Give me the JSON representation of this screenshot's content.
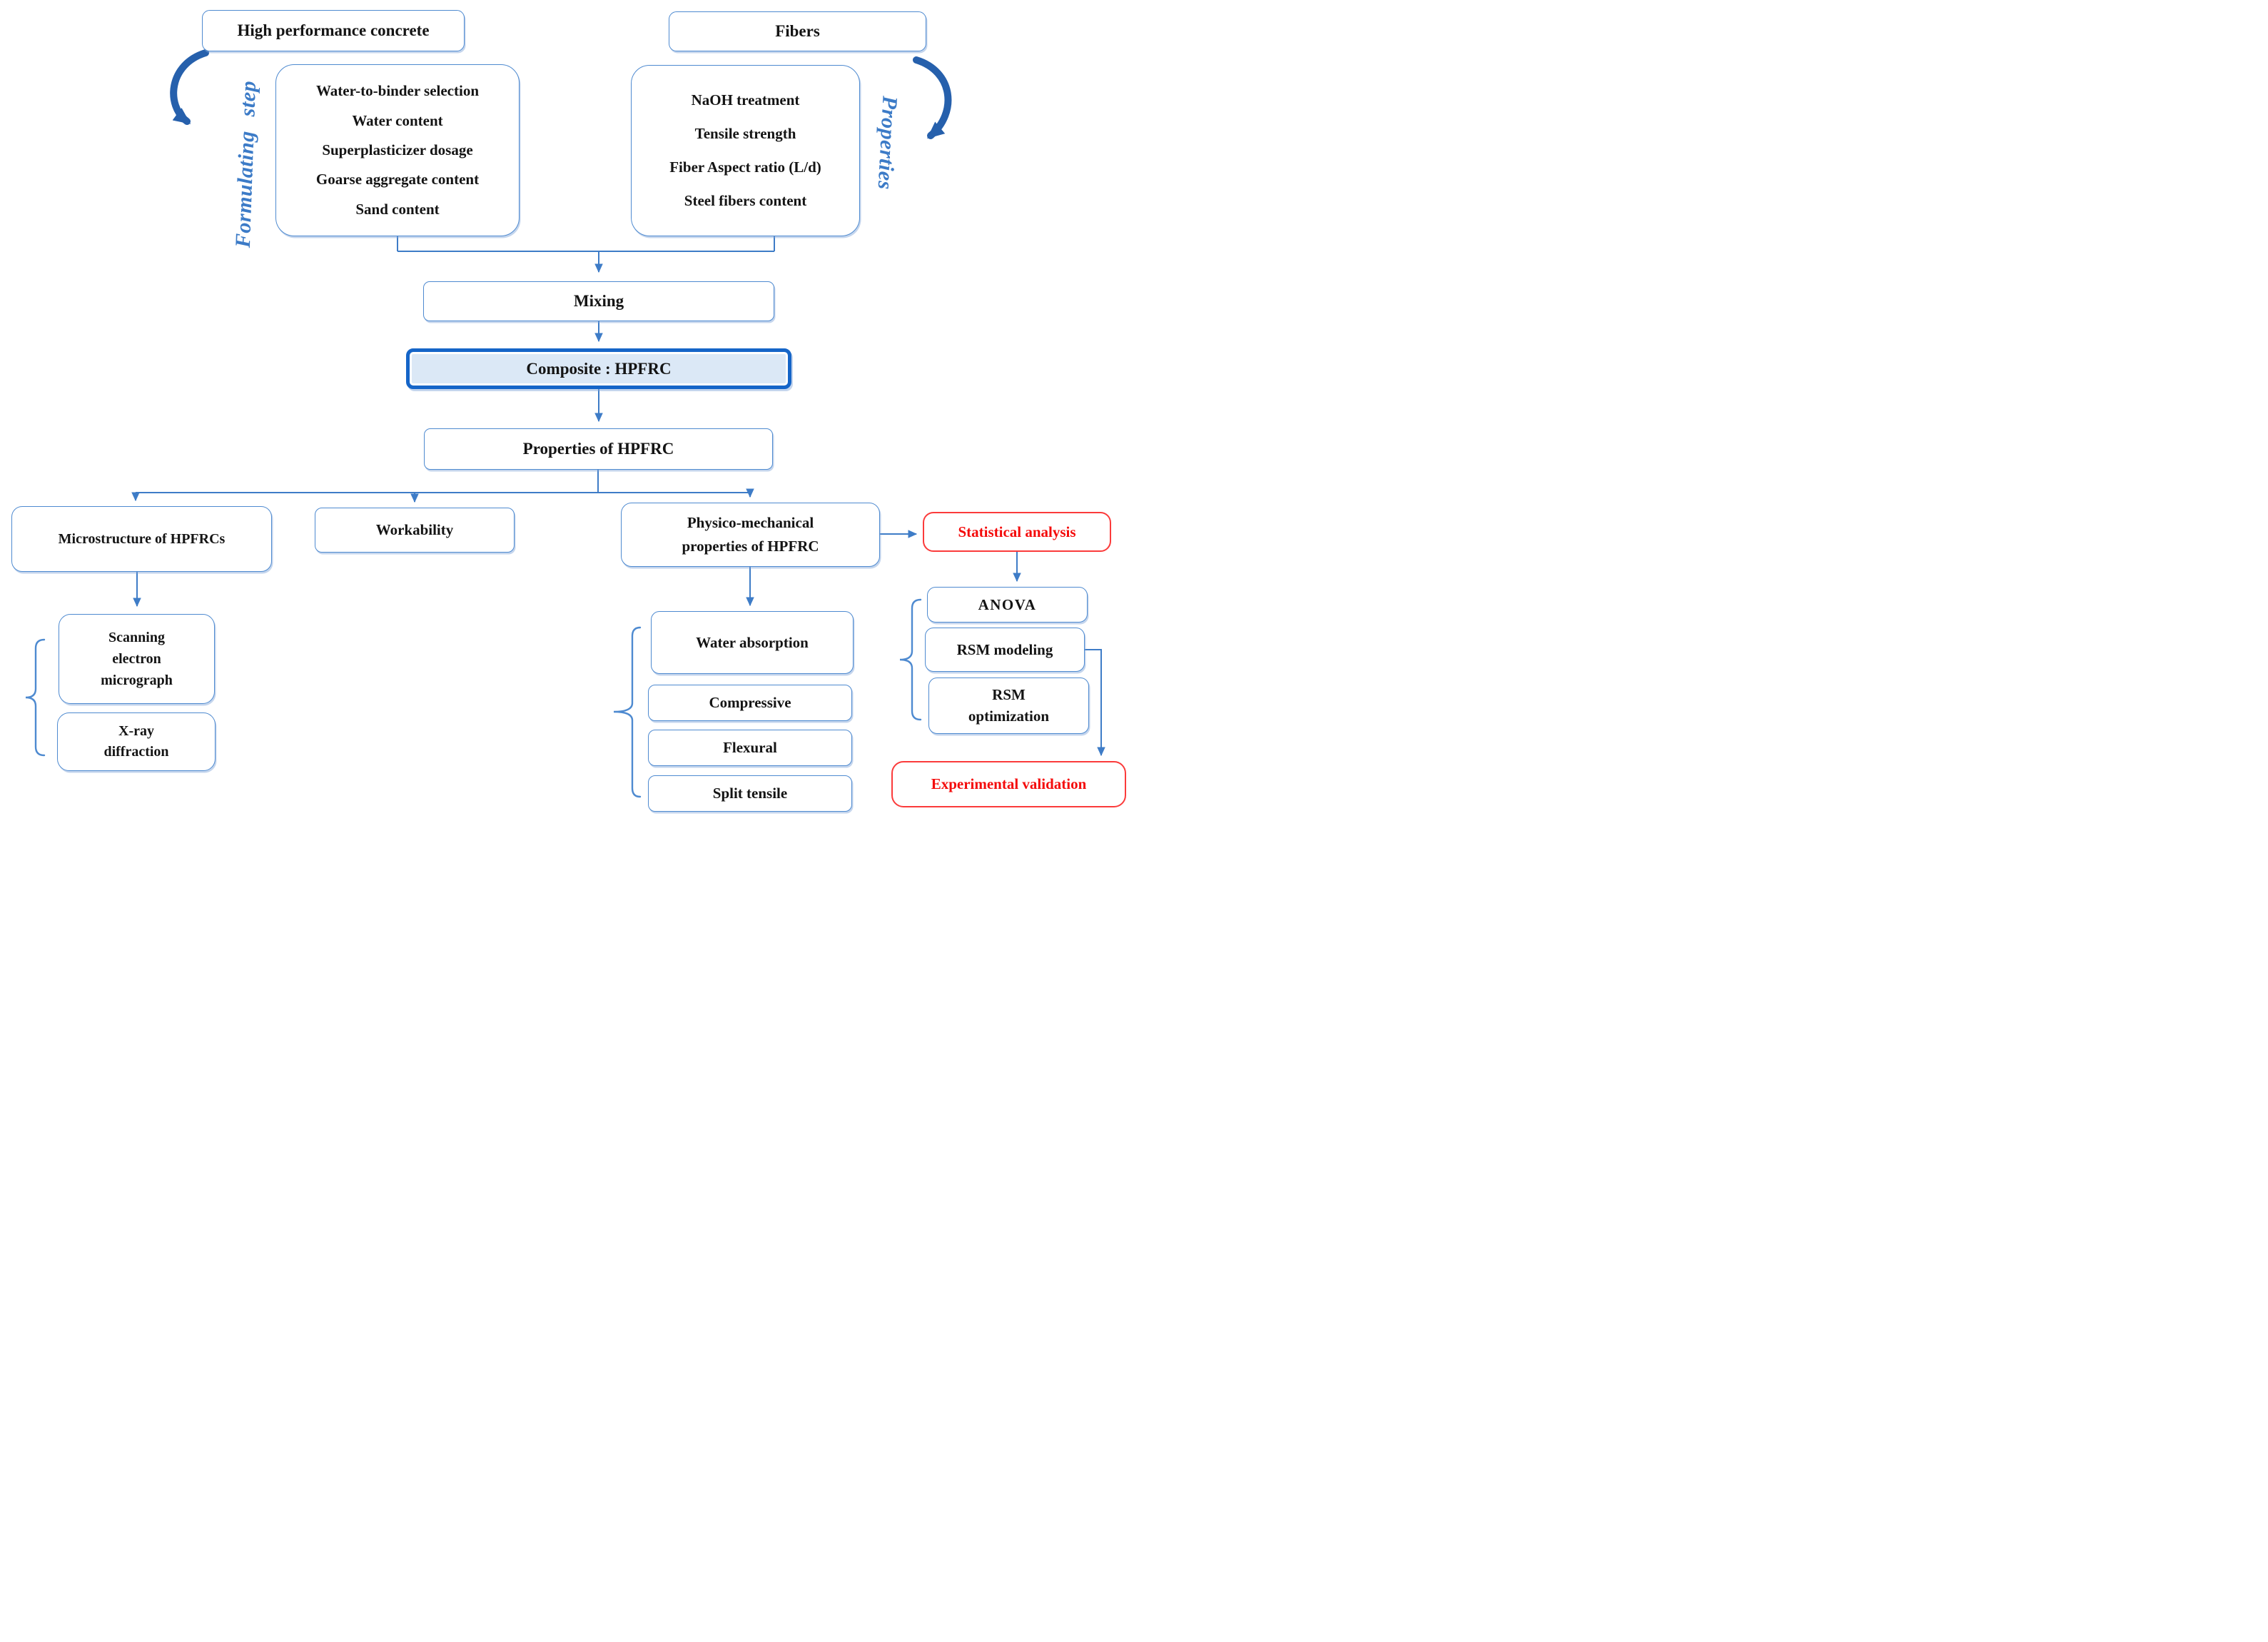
{
  "diagram": {
    "nodes": {
      "hpc": {
        "label": "High performance concrete"
      },
      "fibers": {
        "label": "Fibers"
      },
      "hpc_params": {
        "lines": [
          "Water-to-binder selection",
          "Water content",
          "Superplasticizer dosage",
          "Goarse aggregate content",
          "Sand content"
        ]
      },
      "fiber_params": {
        "lines": [
          "NaOH treatment",
          "Tensile strength",
          "Fiber Aspect ratio (L/d)",
          "Steel fibers content"
        ]
      },
      "formulating_label": "Formulating step",
      "properties_label": "Properties",
      "mixing": {
        "label": "Mixing"
      },
      "composite": {
        "label": "Composite : HPFRC"
      },
      "properties_hpfrc": {
        "label": "Properties of HPFRC"
      },
      "microstructure": {
        "label": "Microstructure of HPFRCs"
      },
      "workability": {
        "label": "Workability"
      },
      "physico": {
        "label": "Physico-mechanical properties of HPFRC"
      },
      "statistical": {
        "label": "Statistical analysis"
      },
      "sem": {
        "label": "Scanning electron micrograph"
      },
      "xrd": {
        "label": "X-ray diffraction"
      },
      "water_absorption": {
        "label": "Water absorption"
      },
      "compressive": {
        "label": "Compressive"
      },
      "flexural": {
        "label": "Flexural"
      },
      "split_tensile": {
        "label": "Split tensile"
      },
      "anova": {
        "label": "ANOVA"
      },
      "rsm_modeling": {
        "label": "RSM modeling"
      },
      "rsm_optimization": {
        "label": "RSM optimization"
      },
      "experimental_validation": {
        "label": "Experimental validation"
      }
    },
    "colors": {
      "box_border_blue": "#4e8ad0",
      "thick_border_blue": "#1565c8",
      "composite_fill": "#dbe8f6",
      "line_blue": "#3e7cc7",
      "curved_arrow_blue": "#2660ac",
      "label_blue": "#3c7bc7",
      "red_border": "#fb3b3b",
      "red_text": "#f40b0b",
      "text_black": "#141414"
    }
  }
}
